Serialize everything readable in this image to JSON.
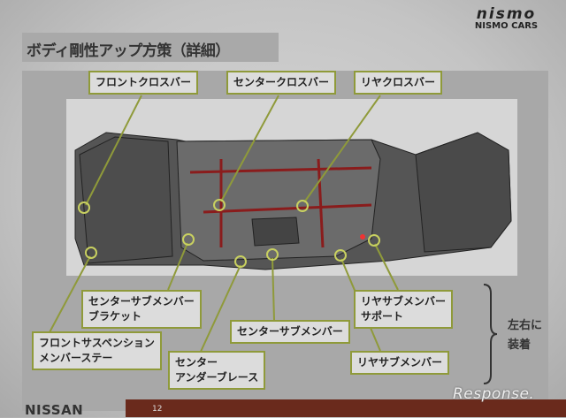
{
  "header": {
    "title": "ボディ剛性アップ方策（詳細）",
    "logo_main": "nismo",
    "logo_sub": "NISMO CARS"
  },
  "labels": {
    "front_crossbar": "フロントクロスバー",
    "center_crossbar": "センタークロスバー",
    "rear_crossbar": "リヤクロスバー",
    "center_submember_bracket": [
      "センターサブメンバー",
      "ブラケット"
    ],
    "front_suspension_member_stay": [
      "フロントサスペンション",
      "メンバーステー"
    ],
    "center_under_brace": [
      "センター",
      "アンダーブレース"
    ],
    "center_submember": "センターサブメンバー",
    "rear_submember_support": [
      "リヤサブメンバー",
      "サポート"
    ],
    "rear_submember": "リヤサブメンバー"
  },
  "note": [
    "左右に",
    "装着"
  ],
  "footer": {
    "brand": "NISSAN",
    "page": "12",
    "watermark": "Response."
  },
  "colors": {
    "callout": "#8f9a3a",
    "footer": "#6a2a1c"
  }
}
